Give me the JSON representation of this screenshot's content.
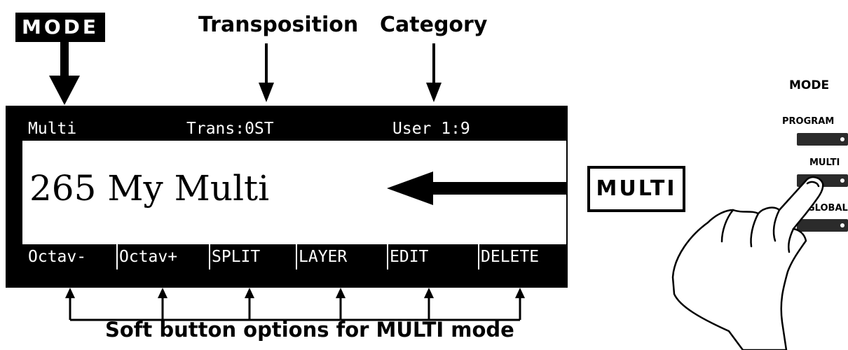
{
  "callouts": {
    "mode": "MODE",
    "transposition": "Transposition",
    "category": "Category",
    "multi": "MULTI",
    "soft_buttons": "Soft button options for MULTI mode"
  },
  "lcd": {
    "mode": "Multi",
    "transposition": "Trans:0ST",
    "category": "User 1:9",
    "multi_name": "265 My Multi",
    "soft_buttons": [
      "Octav-",
      "Octav+",
      "SPLIT",
      "LAYER",
      "EDIT",
      "DELETE"
    ]
  },
  "panel": {
    "title": "MODE",
    "buttons": [
      {
        "label": "PROGRAM"
      },
      {
        "label": "MULTI",
        "pressed": true
      },
      {
        "label": "GLOBAL"
      }
    ]
  },
  "icons": [
    "down-arrow-icon",
    "left-arrow-icon",
    "up-arrow-icon",
    "hand-pointer-icon"
  ]
}
